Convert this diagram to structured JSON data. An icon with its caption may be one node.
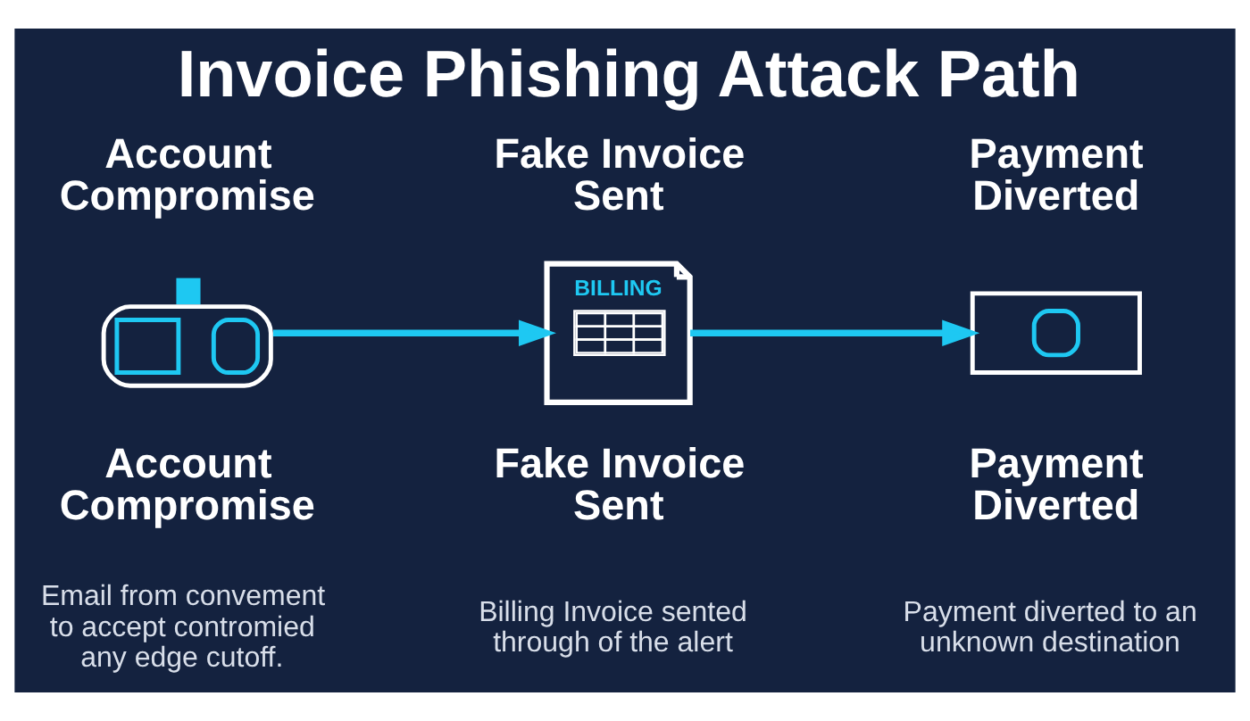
{
  "diagram": {
    "title": "Invoice Phishing Attack Path",
    "nodes": [
      {
        "text": [],
        "shape": "picture",
        "beside": [
          "Account Compromise",
          "Account Compromise",
          "Email from convement to accept contromied any edge cutoff."
        ]
      },
      {
        "text": [
          "BILLING"
        ],
        "beside": [
          "Fake Invoice Sent",
          "Fake Invoice Sent",
          "Billing Invoice sented through of the alert"
        ]
      },
      {
        "text": [],
        "shape": "picture",
        "beside": [
          "Payment Diverted",
          "Payment Diverted",
          "Payment diverted to an unknown destination"
        ]
      }
    ],
    "edges": [
      {
        "from": 0,
        "to": 1,
        "arrow": "to"
      },
      {
        "from": 1,
        "to": 2,
        "arrow": "to"
      }
    ]
  }
}
